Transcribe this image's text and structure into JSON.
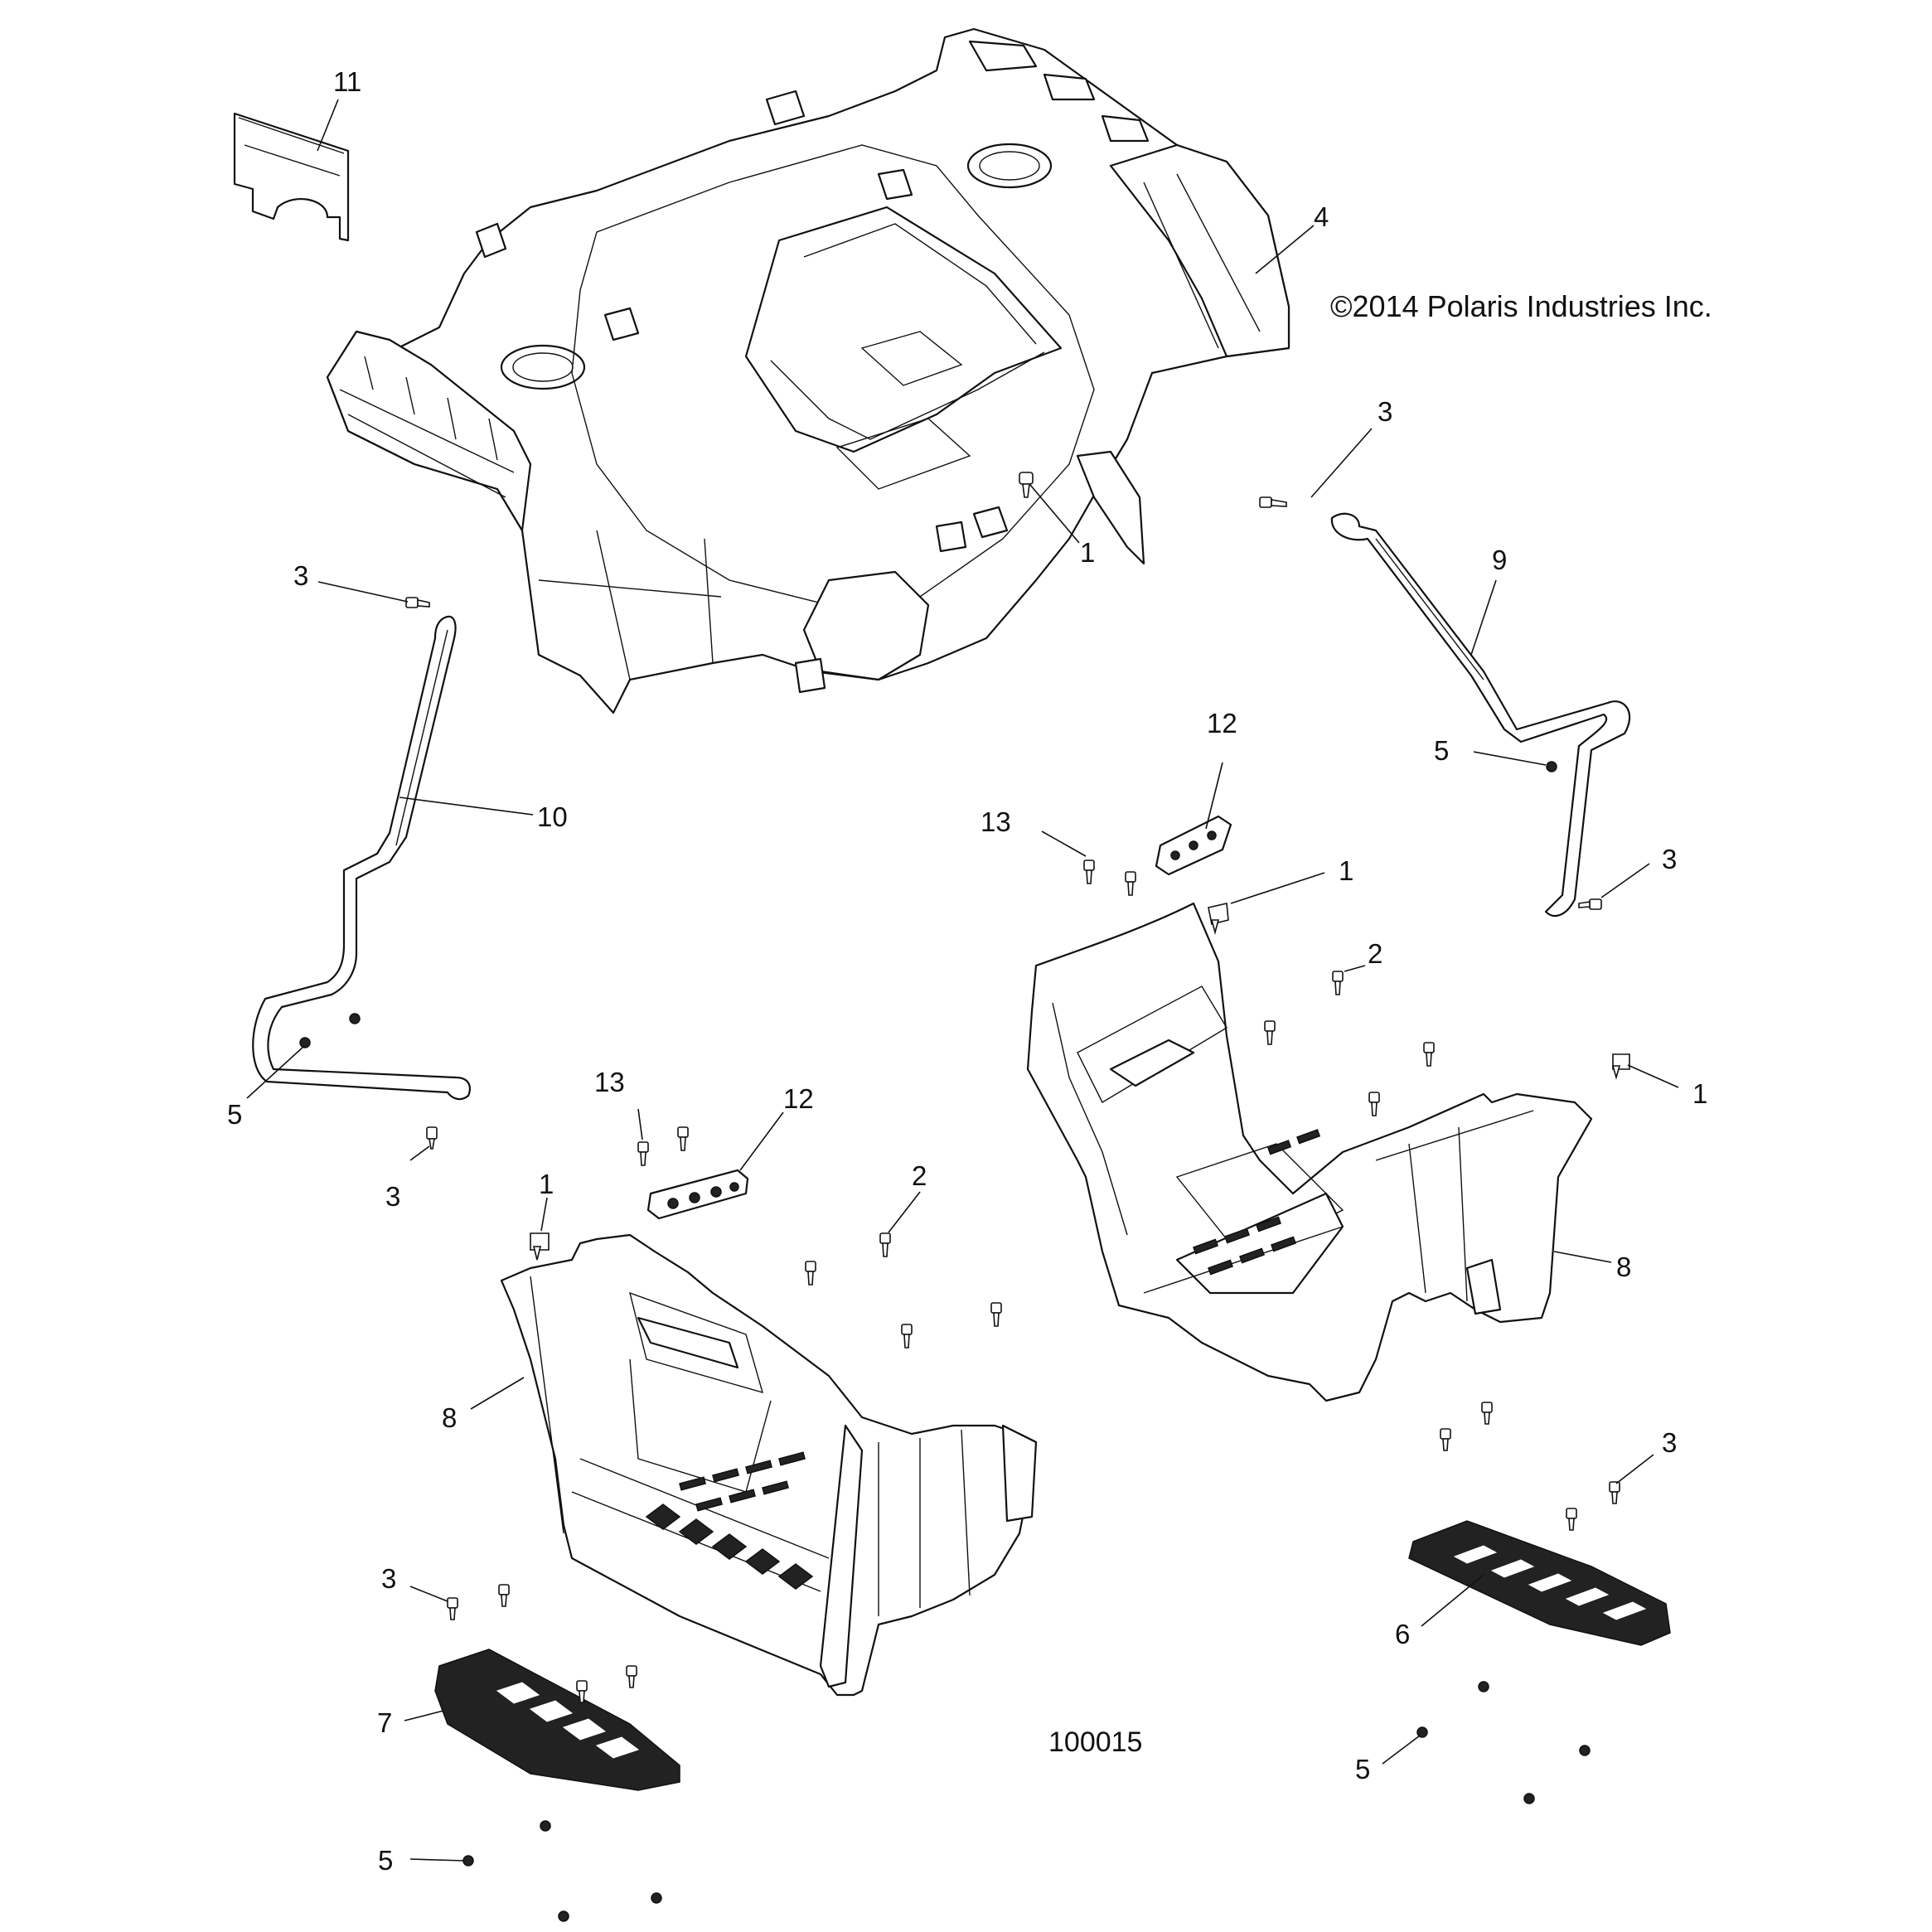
{
  "diagram": {
    "copyright": "©2014 Polaris Industries Inc.",
    "figure_number": "100015",
    "callouts": {
      "c11": "11",
      "c4": "4",
      "c3_top_right": "3",
      "c1_top": "1",
      "c9": "9",
      "c3_left": "3",
      "c10": "10",
      "c12_right": "12",
      "c5_right_bar": "5",
      "c13_right": "13",
      "c1_right_a": "1",
      "c3_right_bar": "3",
      "c2_right": "2",
      "c1_right_b": "1",
      "c5_left_bar": "5",
      "c3_left_bottom": "3",
      "c13_left": "13",
      "c12_left": "12",
      "c1_left": "1",
      "c2_left": "2",
      "c8_right": "8",
      "c8_left": "8",
      "c3_right_step": "3",
      "c6": "6",
      "c3_left_step": "3",
      "c7": "7",
      "c5_right_step": "5",
      "c5_left_step": "5"
    }
  }
}
